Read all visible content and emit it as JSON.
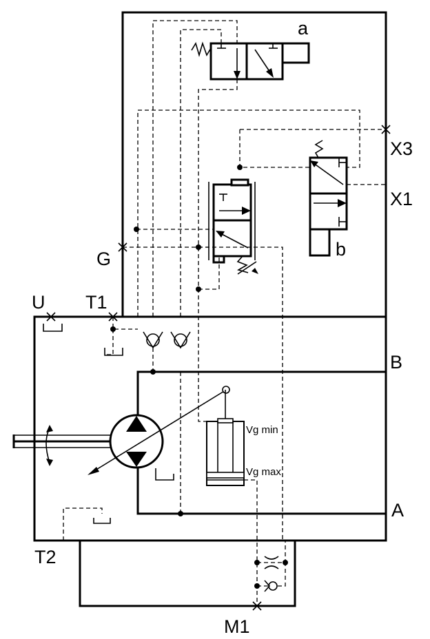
{
  "ports": {
    "a": "a",
    "b": "b",
    "x3": "X3",
    "x1": "X1",
    "g": "G",
    "u": "U",
    "t1": "T1",
    "B": "B",
    "A": "A",
    "t2": "T2",
    "m1": "M1"
  },
  "cylinder": {
    "vg_min": "Vg min",
    "vg_max": "Vg max"
  }
}
